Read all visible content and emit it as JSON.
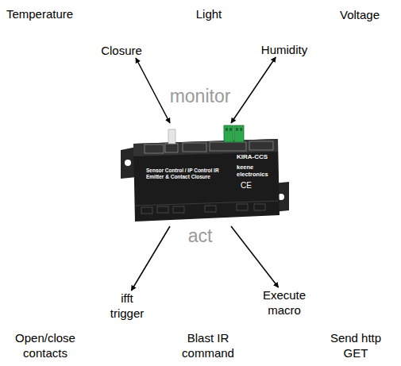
{
  "diagram": {
    "nodes": [
      {
        "text": [
          "Closure"
        ]
      },
      {
        "text": [
          "Humidity"
        ]
      },
      {
        "text": [
          "KIRA-CCS",
          "Sensor Control / IP Control IR Emitter & Contact Closure",
          "keene electronics",
          "CE"
        ]
      },
      {
        "text": [
          "ifft trigger"
        ]
      },
      {
        "text": [
          "Execute macro"
        ]
      }
    ],
    "edges": [
      {
        "from": 0,
        "to": 2,
        "arrow": "both"
      },
      {
        "from": 1,
        "to": 2,
        "arrow": "both"
      },
      {
        "from": 2,
        "to": 3,
        "arrow": "to"
      },
      {
        "from": 2,
        "to": 4,
        "arrow": "to"
      }
    ],
    "labels": [
      "Temperature",
      "Light",
      "Voltage",
      "monitor",
      "act",
      "Open/close contacts",
      "Blast IR command",
      "Send http GET"
    ]
  }
}
